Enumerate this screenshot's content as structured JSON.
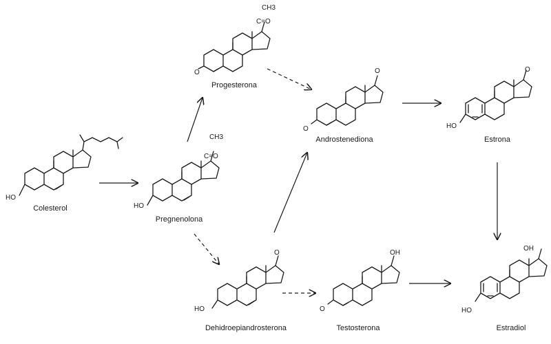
{
  "molecules": {
    "colesterol": {
      "label": "Colesterol",
      "ho": "HO"
    },
    "pregnenolona": {
      "label": "Pregnenolona",
      "ho": "HO",
      "ch3": "CH3",
      "carbonyl": "C=O"
    },
    "progesterona": {
      "label": "Progesterona",
      "o": "O",
      "ch3": "CH3",
      "carbonyl": "C=O"
    },
    "androstenediona": {
      "label": "Androstenediona",
      "o3": "O",
      "o17": "O"
    },
    "estrona": {
      "label": "Estrona",
      "ho": "HO",
      "o17": "O"
    },
    "dhea": {
      "label": "Dehidroepiandrosterona",
      "ho": "HO",
      "o17": "O"
    },
    "testosterona": {
      "label": "Testosterona",
      "o3": "O",
      "oh": "OH"
    },
    "estradiol": {
      "label": "Estradiol",
      "ho": "HO",
      "oh": "OH"
    }
  },
  "arrows": [
    {
      "from": "colesterol",
      "to": "pregnenolona",
      "style": "solid"
    },
    {
      "from": "pregnenolona",
      "to": "progesterona",
      "style": "solid"
    },
    {
      "from": "pregnenolona",
      "to": "dhea",
      "style": "dashed"
    },
    {
      "from": "progesterona",
      "to": "androstenediona",
      "style": "dashed"
    },
    {
      "from": "dhea",
      "to": "androstenediona",
      "style": "solid"
    },
    {
      "from": "androstenediona",
      "to": "estrona",
      "style": "solid"
    },
    {
      "from": "estrona",
      "to": "estradiol",
      "style": "solid"
    },
    {
      "from": "dhea",
      "to": "testosterona",
      "style": "dashed"
    },
    {
      "from": "testosterona",
      "to": "estradiol",
      "style": "solid"
    }
  ]
}
